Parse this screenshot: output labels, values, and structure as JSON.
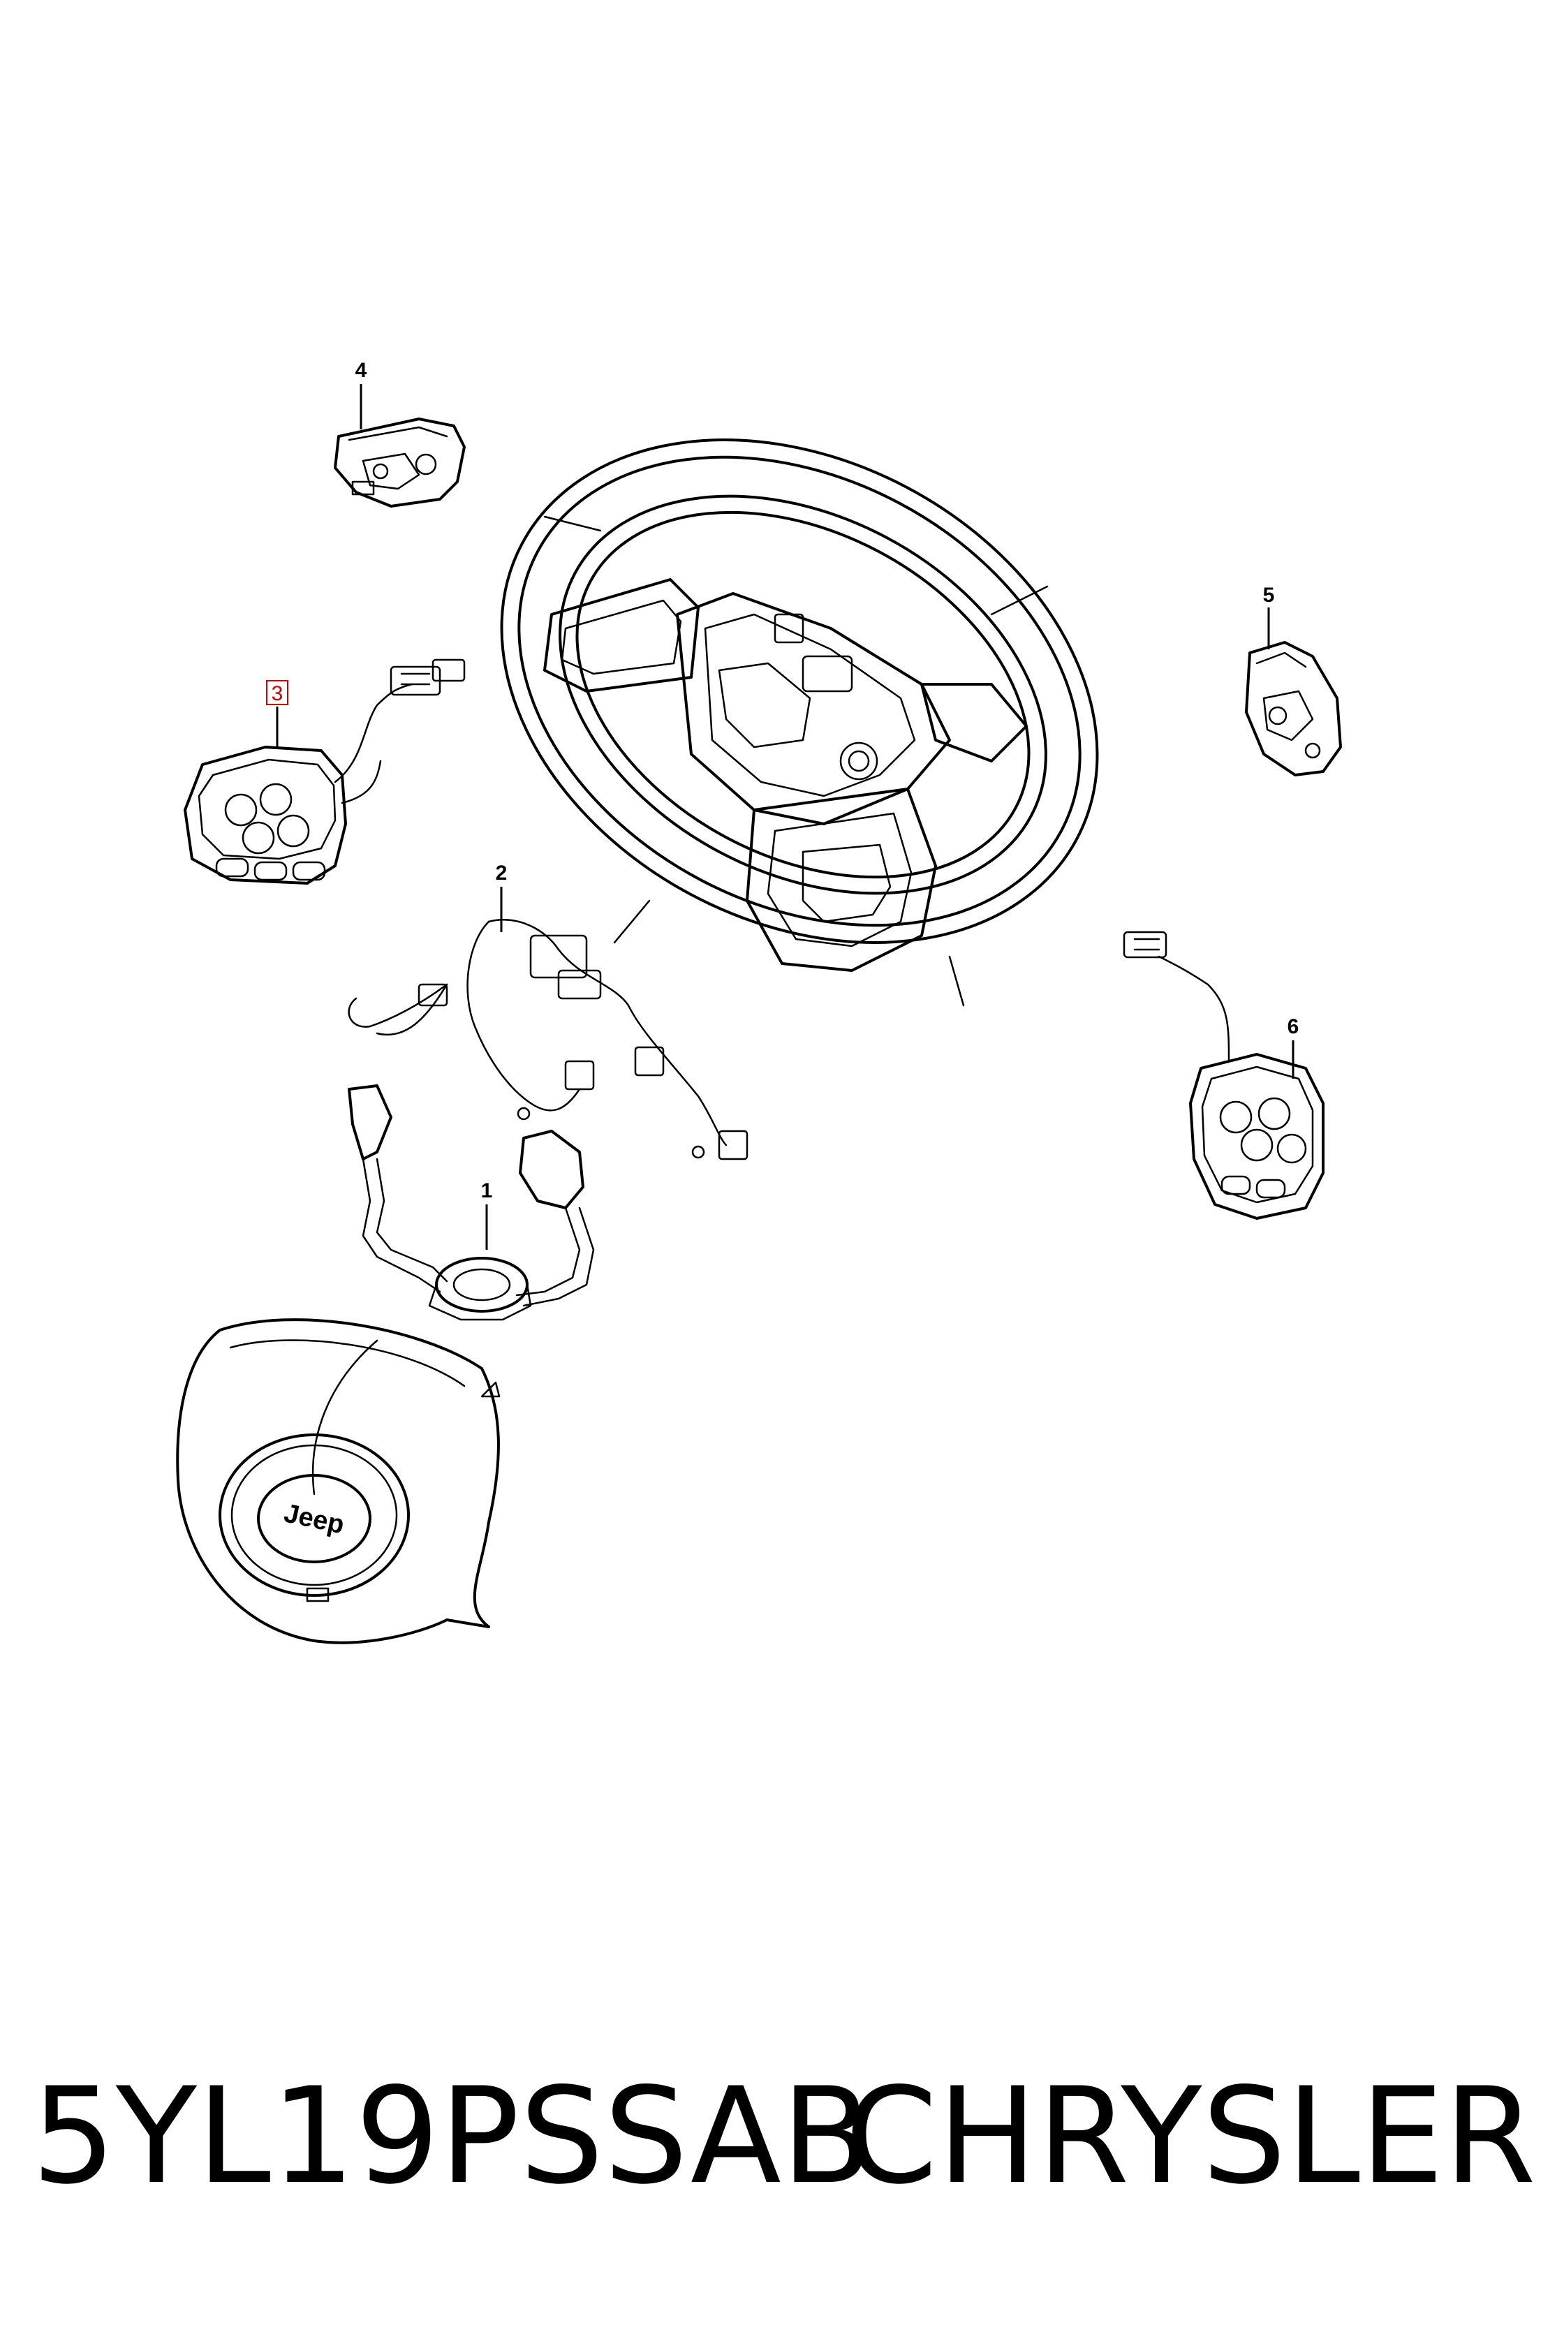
{
  "callouts": {
    "c1": "1",
    "c2": "2",
    "c3": "3",
    "c4": "4",
    "c5": "5",
    "c6": "6"
  },
  "airbag_logo": "Jeep",
  "footer": {
    "part_number": "5YL19PSSAB",
    "brand": "CHRYSLER"
  },
  "colors": {
    "line": "#000000",
    "highlight_callout": "#d40000",
    "background": "#ffffff"
  }
}
